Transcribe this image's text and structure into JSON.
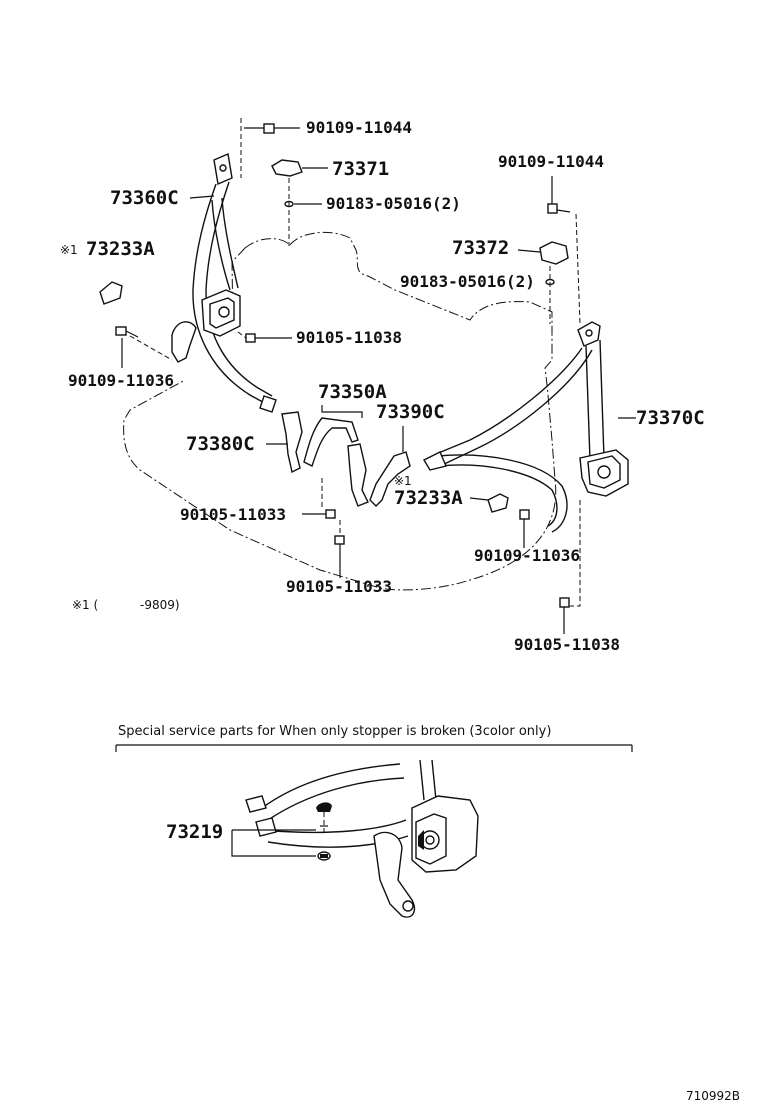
{
  "labels": {
    "p90109_11044_a": "90109-11044",
    "p73371": "73371",
    "p73360C": "73360C",
    "p90183_05016_a": "90183-05016(2)",
    "p90109_11044_b": "90109-11044",
    "p73233A_a": "73233A",
    "p73233A_a_mark": "※1",
    "p73372": "73372",
    "p90183_05016_b": "90183-05016(2)",
    "p90105_11038_a": "90105-11038",
    "p90109_11036_a": "90109-11036",
    "p73350A": "73350A",
    "p73390C": "73390C",
    "p73370C": "73370C",
    "p73380C": "73380C",
    "p73233A_b_mark": "※1",
    "p73233A_b": "73233A",
    "p90105_11033_a": "90105-11033",
    "p90109_11036_b": "90109-11036",
    "p90105_11033_b": "90105-11033",
    "p90105_11038_b": "90105-11038",
    "p73219": "73219"
  },
  "footnote": {
    "mark": "※1 (",
    "range": "-9809)"
  },
  "special_section": {
    "title": "Special service parts for When only stopper is broken (3color only)"
  },
  "drawing_code": "710992B"
}
